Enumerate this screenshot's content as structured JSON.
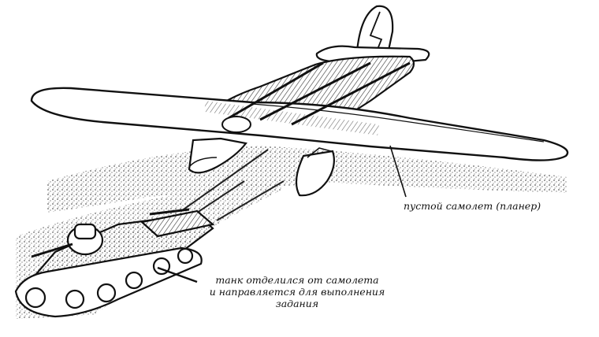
{
  "labels": {
    "plane": "пустой самолет (планер)",
    "tank_line1": "танк отделился от самолета",
    "tank_line2": "и направляется для выполнения",
    "tank_line3": "задания"
  }
}
